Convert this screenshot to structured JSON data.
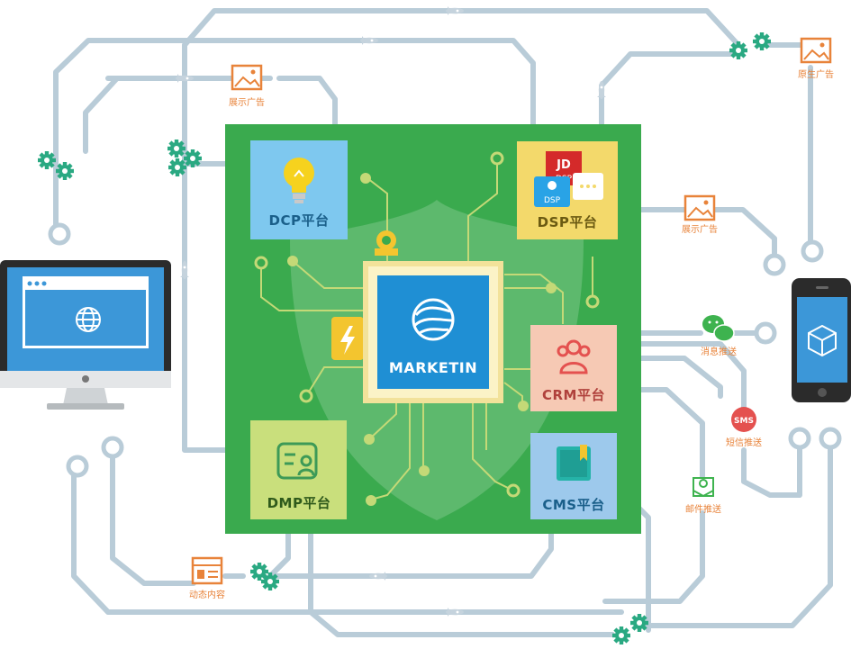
{
  "diagram": {
    "core": {
      "name": "MARKETIN"
    },
    "platforms": {
      "dcp": "DCP平台",
      "dsp": "DSP平台",
      "crm": "CRM平台",
      "dmp": "DMP平台",
      "cms": "CMS平台"
    },
    "dsp_logos": {
      "jd": "JD",
      "dsp_small": "DSP",
      "dsp_under": "DSP"
    },
    "channels": {
      "display_ad_left": "展示广告",
      "display_ad_right": "展示广告",
      "native_ad": "原生广告",
      "message_push": "消息推送",
      "sms_icon_text": "SMS",
      "sms_push": "短信推送",
      "email_push": "邮件推送",
      "dynamic_content": "动态内容"
    },
    "colors": {
      "board": "#3aaa4e",
      "line": "#b9ccd8",
      "dcp": "#7ec8ef",
      "dsp": "#f3d96b",
      "crm": "#f6c9b4",
      "dmp": "#c9df7c",
      "cms": "#9dc9ec",
      "core": "#1f8fd4",
      "accent_orange": "#e8833a",
      "gear": "#2aa982"
    }
  }
}
